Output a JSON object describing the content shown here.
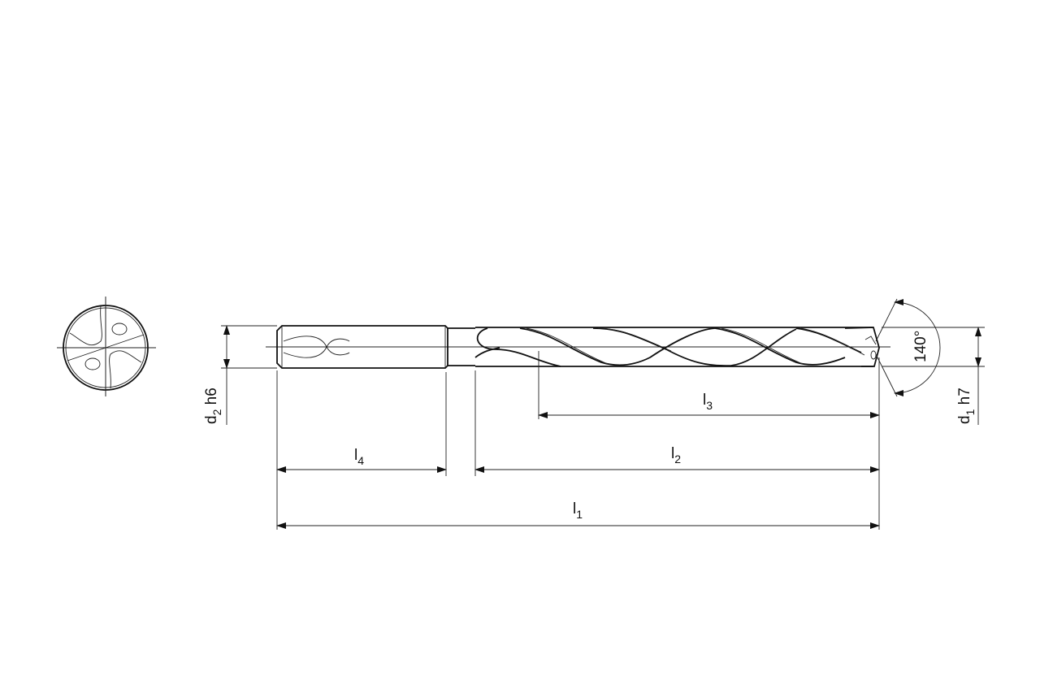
{
  "drawing": {
    "title": "Twist drill technical drawing",
    "end_view": "cross-section-view",
    "labels": {
      "d2": {
        "main": "d",
        "sub": "2",
        "tol": " h6"
      },
      "d1": {
        "main": "d",
        "sub": "1",
        "tol": " h7"
      },
      "l1": {
        "main": "l",
        "sub": "1"
      },
      "l2": {
        "main": "l",
        "sub": "2"
      },
      "l3": {
        "main": "l",
        "sub": "3"
      },
      "l4": {
        "main": "l",
        "sub": "4"
      },
      "angle": "140°"
    }
  }
}
